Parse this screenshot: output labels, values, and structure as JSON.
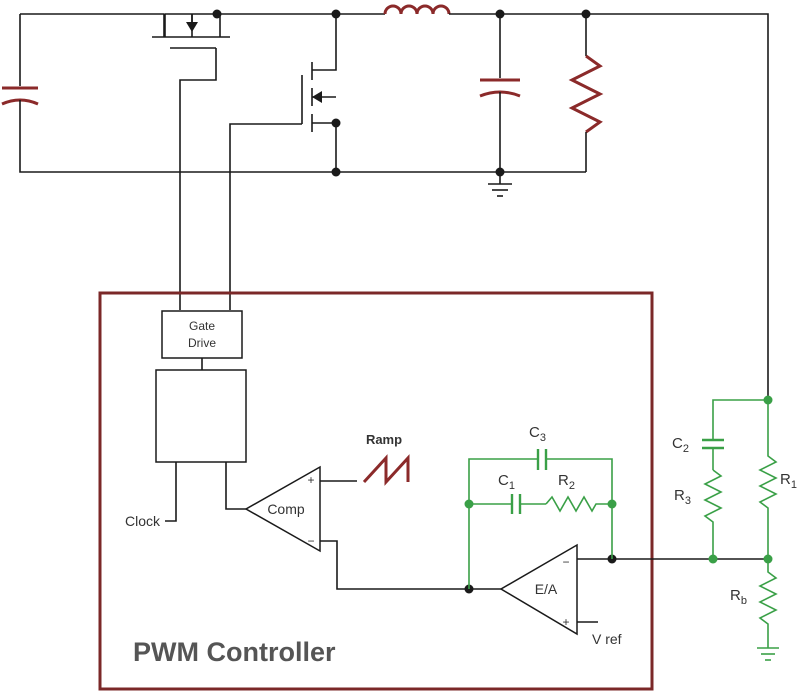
{
  "diagram": {
    "controller_title": "PWM Controller",
    "gate_drive_line1": "Gate",
    "gate_drive_line2": "Drive",
    "clock_label": "Clock",
    "ramp_label": "Ramp",
    "comp_label": "Comp",
    "ea_label": "E/A",
    "vref_label": "V ref",
    "plus_sign": "+",
    "minus_sign": "−",
    "c1": {
      "base": "C",
      "sub": "1"
    },
    "c2": {
      "base": "C",
      "sub": "2"
    },
    "c3": {
      "base": "C",
      "sub": "3"
    },
    "r1": {
      "base": "R",
      "sub": "1"
    },
    "r2": {
      "base": "R",
      "sub": "2"
    },
    "r3": {
      "base": "R",
      "sub": "3"
    },
    "rb": {
      "base": "R",
      "sub": "b"
    },
    "colors": {
      "wire": "#1a1a1a",
      "power_component": "#8b2a2a",
      "compensation_network": "#3aa047",
      "controller_border": "#7b2828"
    }
  }
}
